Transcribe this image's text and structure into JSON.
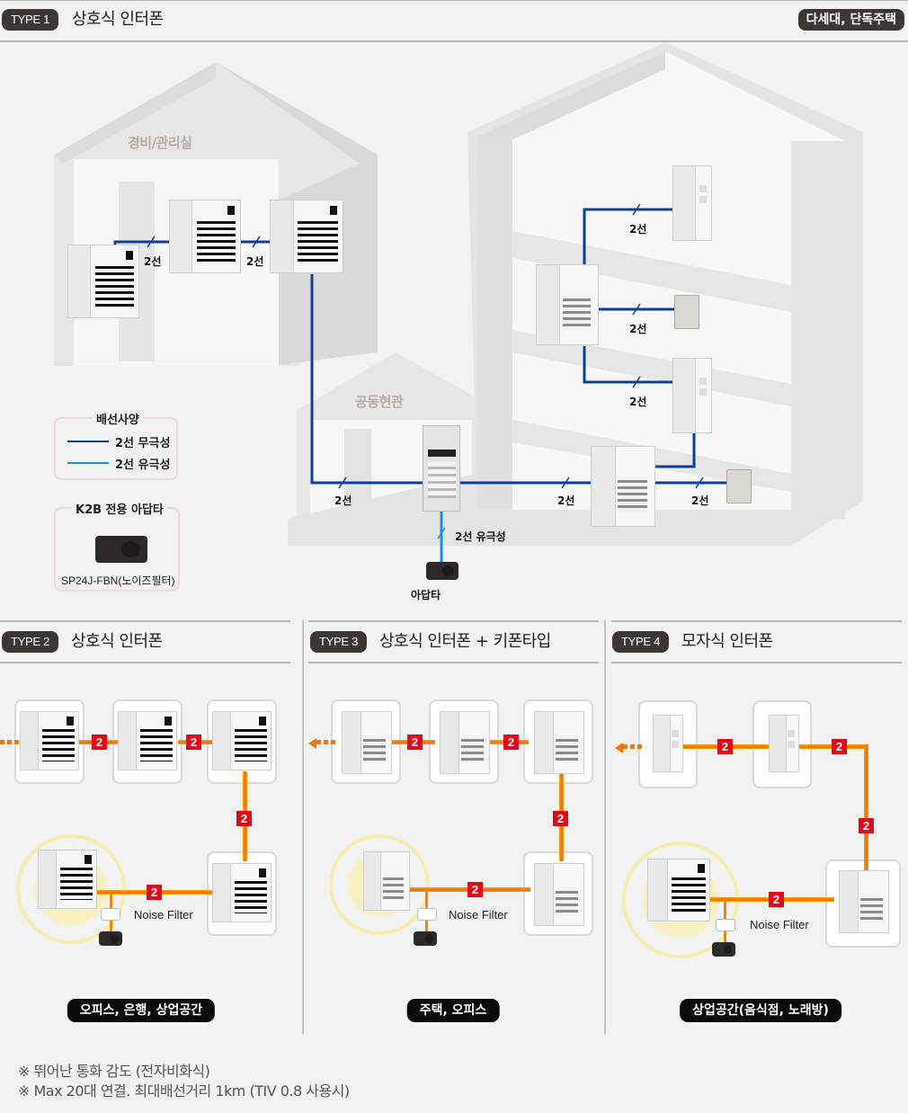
{
  "type1": {
    "badge": "TYPE 1",
    "title": "상호식 인터폰",
    "tag": "다세대, 단독주택",
    "buildings": {
      "guard_room": "경비/관리실",
      "common_entrance": "공동현관"
    },
    "wire_labels": {
      "guard_link_1": "2선",
      "guard_link_2": "2선",
      "entrance_left": "2선",
      "entrance_right": "2선",
      "floor3": "2선",
      "floor2": "2선",
      "floor1_upper": "2선",
      "floor1_right": "2선",
      "adapter_link": "2선 유극성"
    },
    "adapter_label": "아답타",
    "legend": {
      "title": "배선사양",
      "items": [
        {
          "label": "2선 무극성",
          "color": "#0b3f9a"
        },
        {
          "label": "2선 유극성",
          "color": "#1691e0"
        }
      ]
    },
    "adapter_box": {
      "title": "K2B 전용 아답타",
      "model": "SP24J-FBN(노이즈필터)"
    }
  },
  "type2": {
    "badge": "TYPE 2",
    "title": "상호식 인터폰",
    "wire_count_labels": [
      "2",
      "2",
      "2",
      "2"
    ],
    "noise_filter": "Noise Filter",
    "usage": "오피스, 은행, 상업공간"
  },
  "type3": {
    "badge": "TYPE 3",
    "title": "상호식 인터폰 + 키폰타입",
    "wire_count_labels": [
      "2",
      "2",
      "2",
      "2"
    ],
    "noise_filter": "Noise Filter",
    "usage": "주택, 오피스"
  },
  "type4": {
    "badge": "TYPE 4",
    "title": "모자식 인터폰",
    "wire_count_labels": [
      "2",
      "2",
      "2",
      "2"
    ],
    "noise_filter": "Noise Filter",
    "usage": "상업공간(음식점, 노래방)"
  },
  "notes": [
    "※  뛰어난 통화 감도 (전자비화식)",
    "※  Max 20대 연결. 최대배선거리 1km (TIV 0.8 사용시)"
  ],
  "colors": {
    "wire_nonpolar": "#0b3f9a",
    "wire_polar": "#1691e0",
    "wire_orange": "#f27800",
    "wire_count_badge": "#e20a16",
    "badge_dark": "#3c3734"
  }
}
